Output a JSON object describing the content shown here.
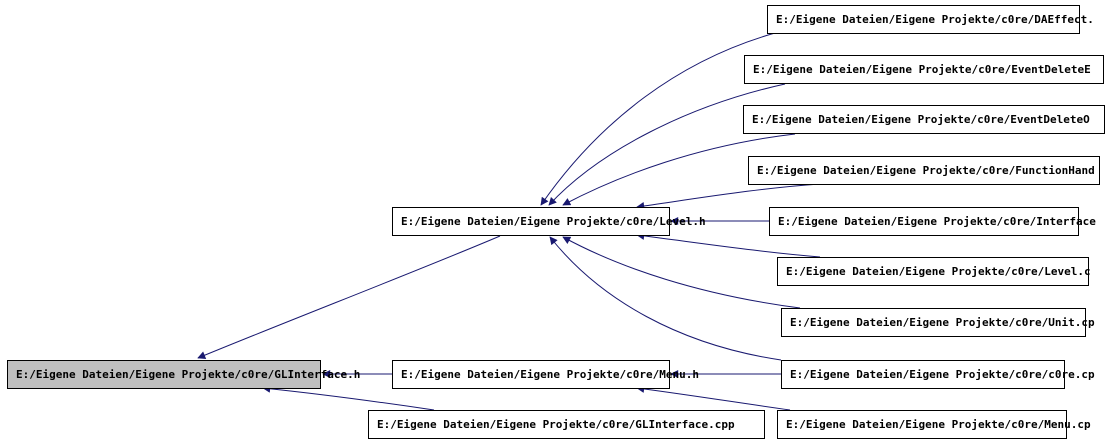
{
  "diagram": {
    "edge_color": "#191970",
    "root_fill": "#bfbfbf",
    "node_fill": "#ffffff",
    "nodes": {
      "root": "E:/Eigene Dateien/Eigene Projekte/c0re/GLInterface.h",
      "level_h": "E:/Eigene Dateien/Eigene Projekte/c0re/Level.h",
      "menu_h": "E:/Eigene Dateien/Eigene Projekte/c0re/Menu.h",
      "glinterface_cpp": "E:/Eigene Dateien/Eigene Projekte/c0re/GLInterface.cpp",
      "daeffect": "E:/Eigene Dateien/Eigene Projekte/c0re/DAEffect.",
      "eventdelete_e": "E:/Eigene Dateien/Eigene Projekte/c0re/EventDeleteE",
      "eventdelete_o": "E:/Eigene Dateien/Eigene Projekte/c0re/EventDeleteO",
      "functionhand": "E:/Eigene Dateien/Eigene Projekte/c0re/FunctionHand",
      "interface": "E:/Eigene Dateien/Eigene Projekte/c0re/Interface",
      "level_cpp": "E:/Eigene Dateien/Eigene Projekte/c0re/Level.c",
      "unit_cpp": "E:/Eigene Dateien/Eigene Projekte/c0re/Unit.cp",
      "c0re_cpp": "E:/Eigene Dateien/Eigene Projekte/c0re/c0re.cp",
      "menu_cpp": "E:/Eigene Dateien/Eigene Projekte/c0re/Menu.cp"
    }
  }
}
